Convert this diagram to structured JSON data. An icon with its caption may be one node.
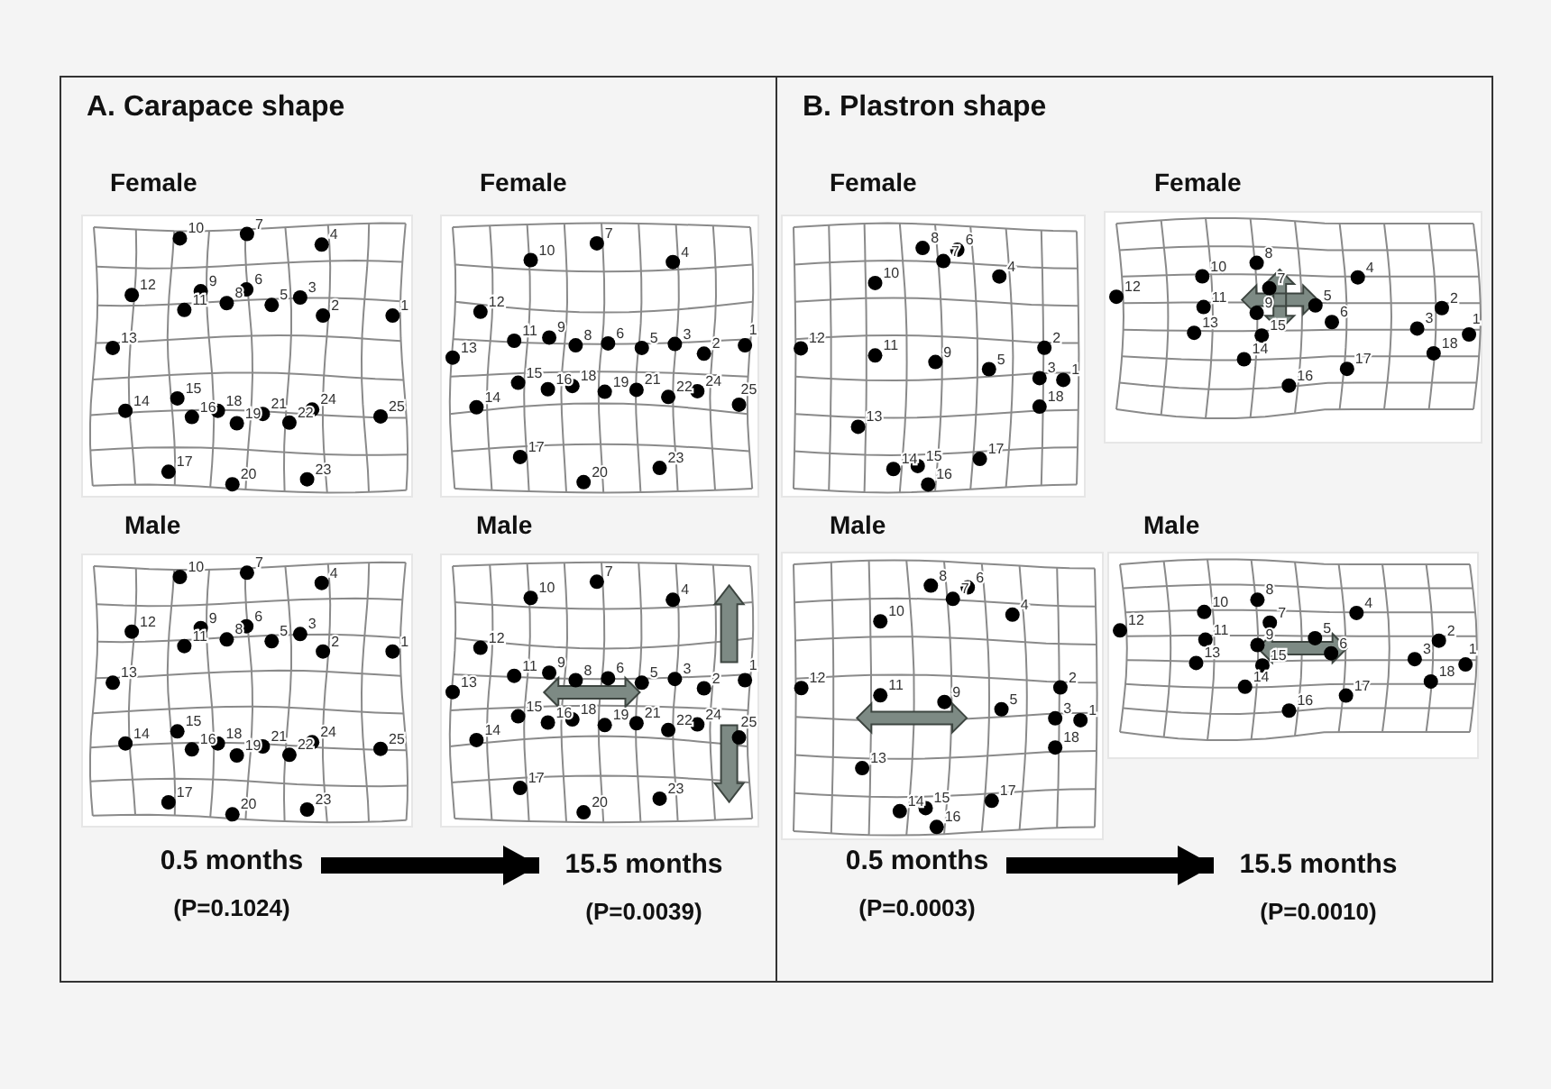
{
  "diagram": {
    "nodes": [
      {
        "text": [
          "A. Carapace shape"
        ]
      },
      {
        "text": [
          "Female",
          "1",
          "2",
          "3",
          "4",
          "5",
          "6",
          "7",
          "8",
          "9",
          "10",
          "11",
          "12",
          "13",
          "14",
          "15",
          "16",
          "17",
          "18",
          "19",
          "20",
          "21",
          "22",
          "23",
          "24",
          "25"
        ],
        "in": 0
      },
      {
        "text": [
          "Female",
          "1",
          "2",
          "3",
          "4",
          "5",
          "6",
          "7",
          "8",
          "9",
          "10",
          "11",
          "12",
          "13",
          "14",
          "15",
          "16",
          "17",
          "18",
          "19",
          "20",
          "21",
          "22",
          "23",
          "24",
          "25"
        ],
        "in": 0
      },
      {
        "text": [
          "Male",
          "1",
          "2",
          "3",
          "4",
          "5",
          "6",
          "7",
          "8",
          "9",
          "10",
          "11",
          "12",
          "13",
          "14",
          "15",
          "16",
          "17",
          "18",
          "19",
          "20",
          "21",
          "22",
          "23",
          "24",
          "25"
        ],
        "in": 0
      },
      {
        "text": [
          "Male",
          "1",
          "2",
          "3",
          "4",
          "5",
          "6",
          "7",
          "8",
          "9",
          "10",
          "11",
          "12",
          "13",
          "14",
          "15",
          "16",
          "17",
          "18",
          "19",
          "20",
          "21",
          "22",
          "23",
          "24",
          "25"
        ],
        "in": 0
      },
      {
        "text": [
          "0.5 months",
          "(P=0.1024)"
        ],
        "in": 0
      },
      {
        "text": [
          "15.5 months",
          "(P=0.0039)"
        ],
        "in": 0
      },
      {
        "text": [
          "B. Plastron shape"
        ]
      },
      {
        "text": [
          "Female",
          "1",
          "2",
          "3",
          "4",
          "5",
          "6",
          "7",
          "8",
          "9",
          "10",
          "11",
          "12",
          "13",
          "14",
          "15",
          "16",
          "17",
          "18"
        ],
        "in": 7
      },
      {
        "text": [
          "Female",
          "1",
          "2",
          "3",
          "4",
          "5",
          "6",
          "7",
          "8",
          "9",
          "10",
          "11",
          "12",
          "13",
          "14",
          "15",
          "16",
          "17",
          "18"
        ],
        "in": 7
      },
      {
        "text": [
          "Male",
          "1",
          "2",
          "3",
          "4",
          "5",
          "6",
          "7",
          "8",
          "9",
          "10",
          "11",
          "12",
          "13",
          "14",
          "15",
          "16",
          "17",
          "18"
        ],
        "in": 7
      },
      {
        "text": [
          "Male",
          "1",
          "2",
          "3",
          "4",
          "5",
          "6",
          "7",
          "8",
          "9",
          "10",
          "11",
          "12",
          "13",
          "14",
          "15",
          "16",
          "17",
          "18"
        ],
        "in": 7
      },
      {
        "text": [
          "0.5 months",
          "(P=0.0003)"
        ],
        "in": 7
      },
      {
        "text": [
          "15.5 months",
          "(P=0.0010)"
        ],
        "in": 7
      }
    ],
    "edges": [
      {
        "from": 5,
        "to": 6,
        "arrow": "to"
      },
      {
        "from": 12,
        "to": 13,
        "arrow": "to"
      }
    ]
  }
}
